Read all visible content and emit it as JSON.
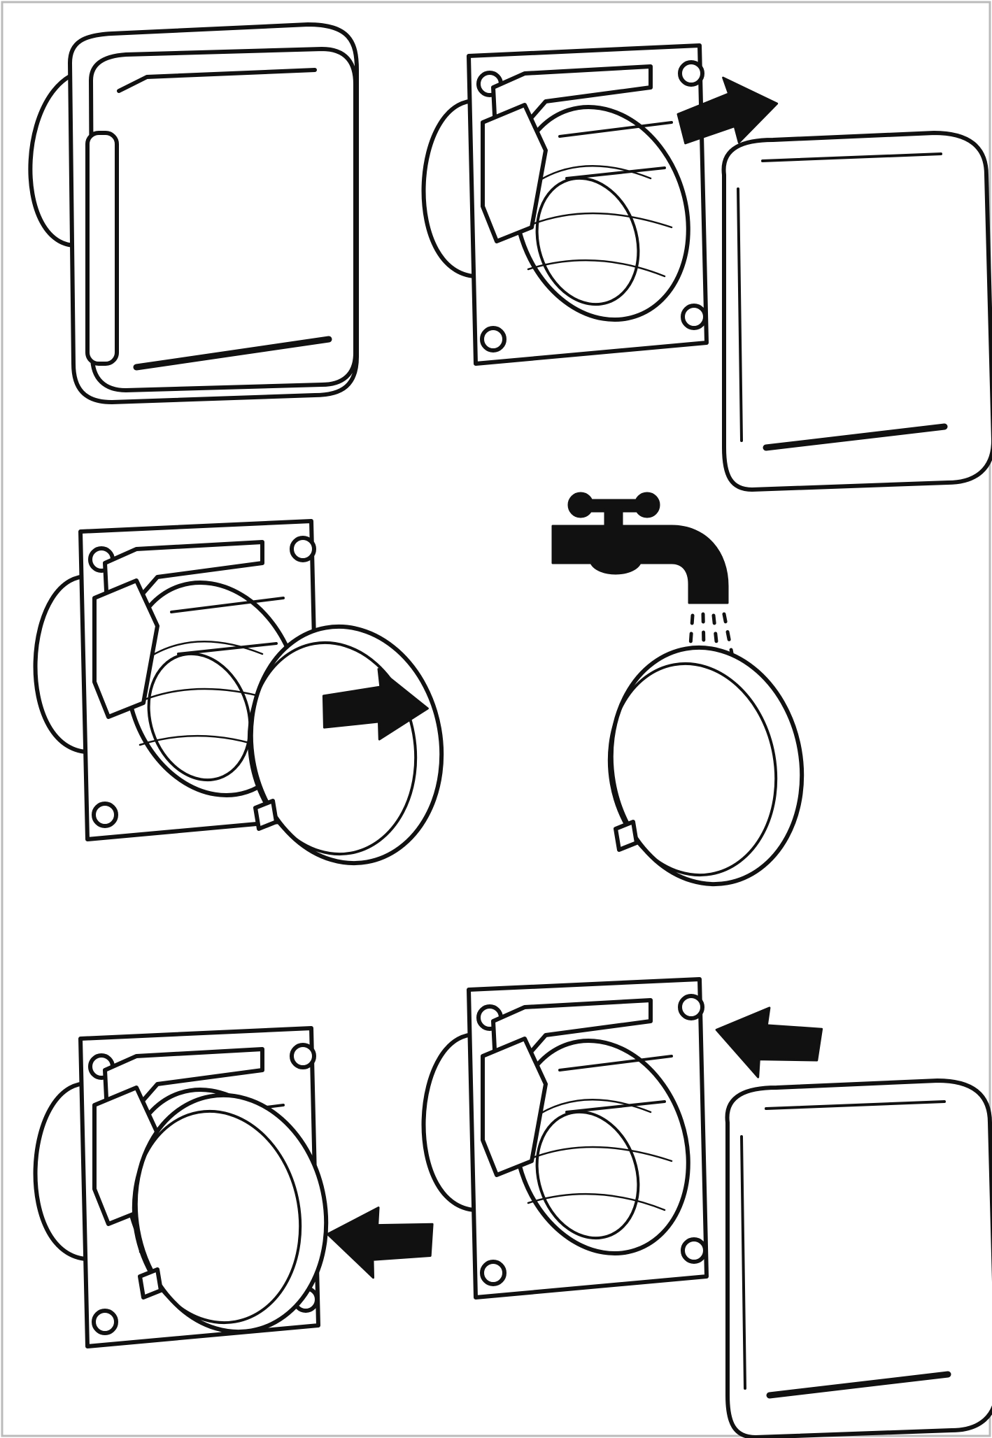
{
  "diagram": {
    "kind": "fan cover cleaning instructions",
    "palette": {
      "ink": "#111111",
      "paper": "#ffffff",
      "frame": "#bbbbbb"
    },
    "steps": [
      {
        "name": "fan-assembled",
        "icons": [
          "fan-cover-icon"
        ]
      },
      {
        "name": "remove-front-cover",
        "icons": [
          "fan-housing-icon",
          "arrow-out-icon",
          "front-cover-icon"
        ]
      },
      {
        "name": "remove-inner-ring",
        "icons": [
          "fan-housing-icon",
          "inner-ring-icon",
          "arrow-out-icon"
        ]
      },
      {
        "name": "rinse-ring-under-tap",
        "icons": [
          "water-tap-icon",
          "water-drops-icon",
          "inner-ring-icon"
        ]
      },
      {
        "name": "refit-inner-ring",
        "icons": [
          "fan-housing-icon",
          "inner-ring-icon",
          "arrow-in-icon"
        ]
      },
      {
        "name": "refit-front-cover",
        "icons": [
          "fan-housing-icon",
          "arrow-in-icon",
          "front-cover-icon"
        ]
      }
    ]
  }
}
